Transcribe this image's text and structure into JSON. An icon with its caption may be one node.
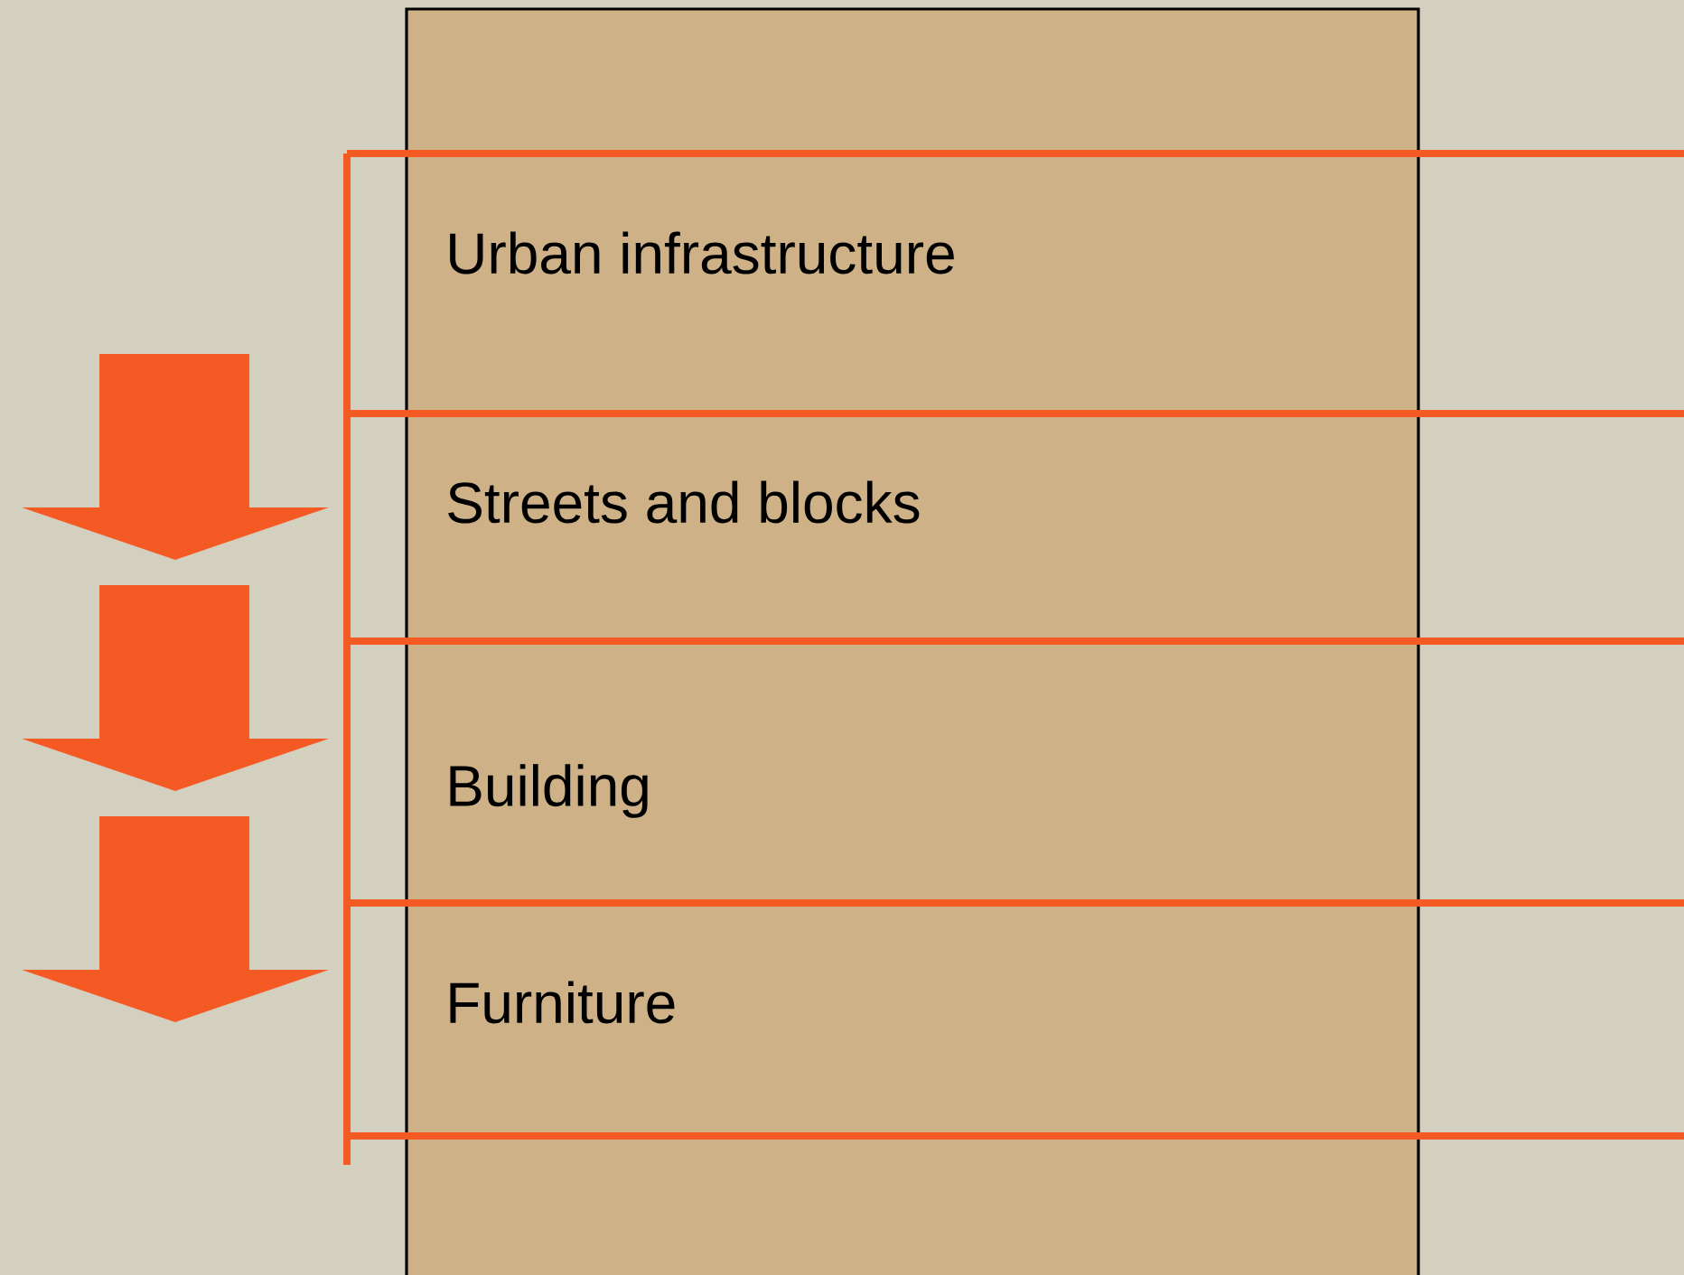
{
  "diagram": {
    "nodes": [
      {
        "text": [],
        "shape": "box"
      },
      {
        "text": [
          "Urban infrastructure"
        ],
        "in": 0
      },
      {
        "text": [
          "Streets and blocks"
        ],
        "in": 0
      },
      {
        "text": [
          "Building"
        ],
        "in": 0
      },
      {
        "text": [
          "Furniture"
        ],
        "in": 0
      }
    ]
  }
}
